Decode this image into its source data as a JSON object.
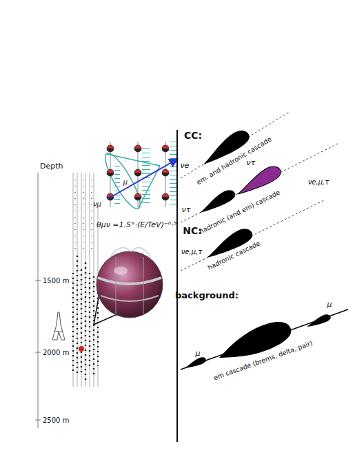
{
  "diagram": {
    "labels": [
      "Depth",
      "1500 m",
      "2000 m",
      "2500 m",
      "νμ",
      "μ",
      "θμν ≈1.5°·(E/TeV)⁻⁰·⁵",
      "CC:",
      "νe",
      "em. and hadronic cascade",
      "ντ",
      "hadronic (and em) cascade",
      "ντ",
      "νe,μ,τ",
      "NC:",
      "νe,μ,τ",
      "hadronic cascade",
      "background:",
      "μ",
      "em cascade (brems, delta, pair)",
      "μ"
    ]
  }
}
